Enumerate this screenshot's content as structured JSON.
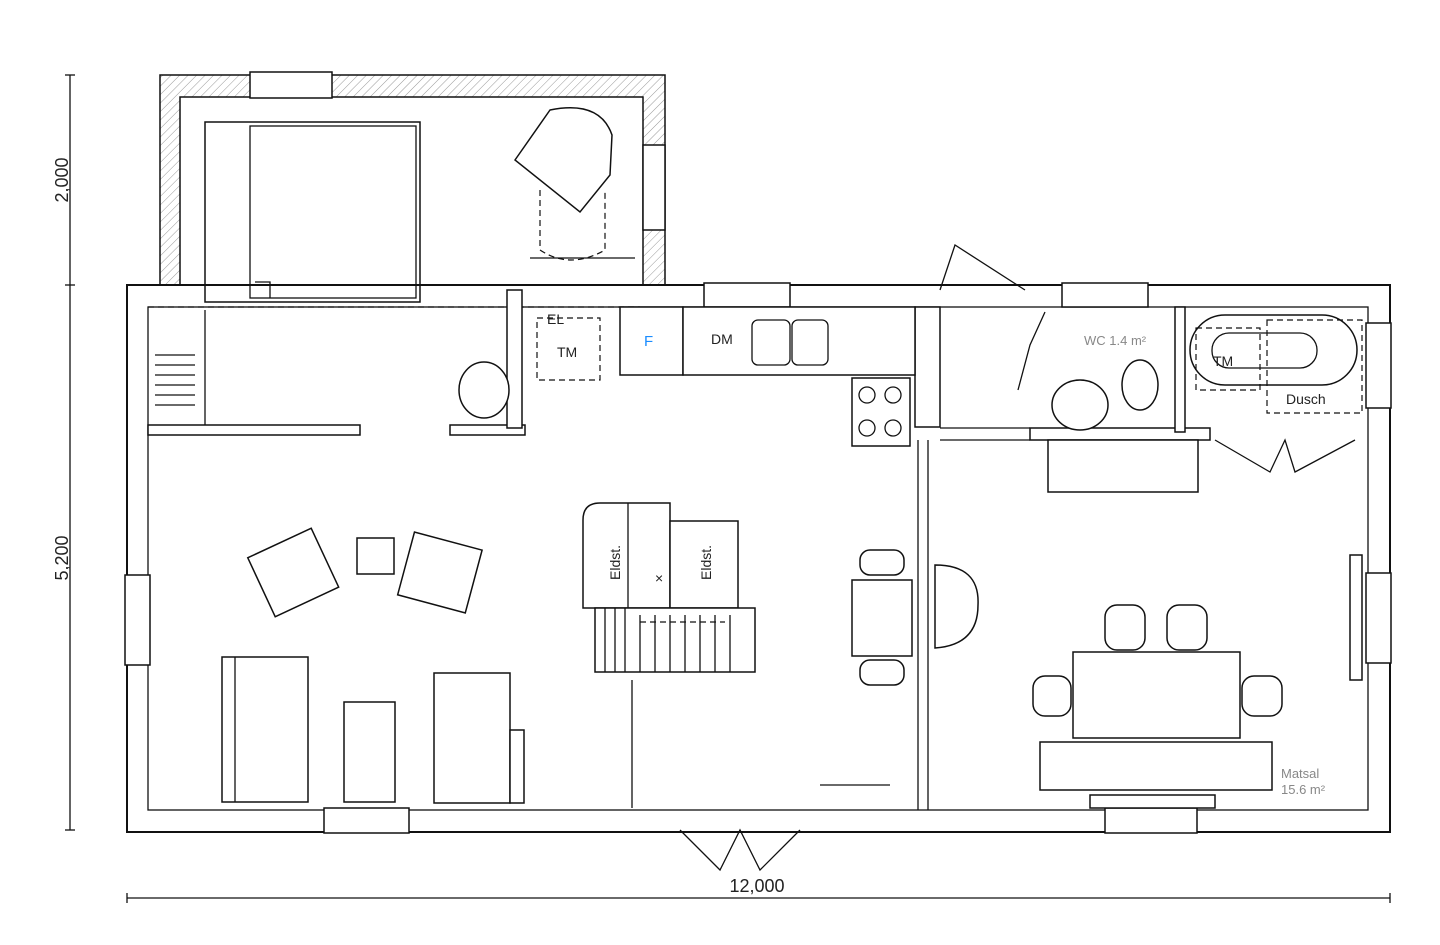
{
  "dimensions": {
    "annex_height": "2,000",
    "main_height": "5,200",
    "total_width": "12,000"
  },
  "labels": {
    "el": "EL",
    "tm_laundry": "TM",
    "fridge": "F",
    "dishwasher": "DM",
    "wc": "WC 1.4 m²",
    "tm_bath": "TM",
    "shower": "Dusch",
    "stove_left": "Eldst.",
    "stove_right": "Eldst.",
    "dining_name": "Matsal",
    "dining_area": "15.6 m²"
  },
  "colors": {
    "accent": "#1a8cff",
    "room_label": "#888888"
  }
}
